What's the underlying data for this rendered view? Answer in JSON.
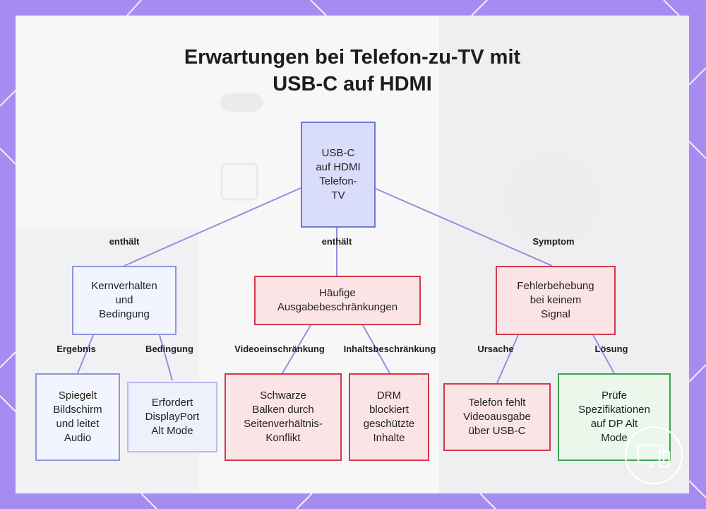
{
  "title": {
    "line1": "Erwartungen bei Telefon-zu-TV mit",
    "line2": "USB-C auf HDMI"
  },
  "nodes": {
    "root": "USB-C\nauf HDMI\nTelefon-\nTV",
    "core": "Kernverhalten\nund\nBedingung",
    "limits": "Häufige\nAusgabebeschränkungen",
    "trouble": "Fehlerbehebung\nbei keinem\nSignal",
    "mirror": "Spiegelt\nBildschirm\nund leitet\nAudio",
    "displayport": "Erfordert\nDisplayPort\nAlt Mode",
    "bars": "Schwarze\nBalken durch\nSeitenverhältnis-\nKonflikt",
    "drm": "DRM\nblockiert\ngeschützte\nInhalte",
    "nooutput": "Telefon fehlt\nVideoausgabe\nüber USB-C",
    "checkspecs": "Prüfe\nSpezifikationen\nauf DP Alt\nMode"
  },
  "edge_labels": {
    "root_core": "enthält",
    "root_limits": "enthält",
    "root_trouble": "Symptom",
    "core_mirror": "Ergebnis",
    "core_displayport": "Bedingung",
    "limits_bars": "Videoeinschränkung",
    "limits_drm": "Inhaltsbeschränkung",
    "trouble_nooutput": "Ursache",
    "trouble_checkspecs": "Lösung"
  },
  "colors": {
    "frame": "#a78bf0",
    "edge": "#9b8be0",
    "blue_border": "#6f78d6",
    "red_border": "#d23a4c",
    "green_border": "#3da34a"
  },
  "icons": {
    "logo": "monitor-phone-icon"
  }
}
